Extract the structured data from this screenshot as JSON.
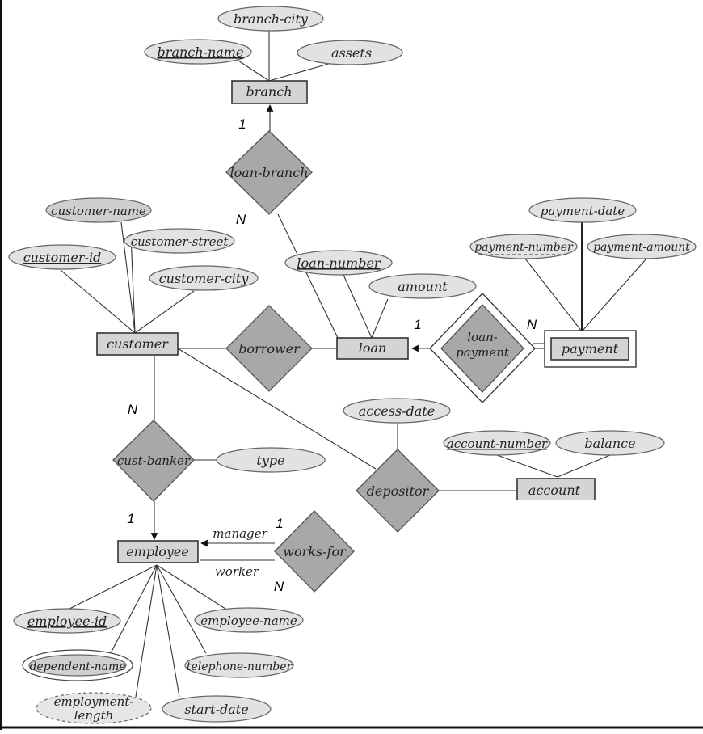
{
  "diagram": {
    "entities": {
      "branch": "branch",
      "customer": "customer",
      "loan": "loan",
      "payment": "payment",
      "employee": "employee",
      "account": "account"
    },
    "relationships": {
      "loan_branch": "loan-branch",
      "borrower": "borrower",
      "loan_payment_line1": "loan-",
      "loan_payment_line2": "payment",
      "cust_banker": "cust-banker",
      "depositor": "depositor",
      "works_for": "works-for"
    },
    "attributes": {
      "branch_city": "branch-city",
      "branch_name": "branch-name",
      "assets": "assets",
      "customer_name": "customer-name",
      "customer_street": "customer-street",
      "customer_id": "customer-id",
      "customer_city": "customer-city",
      "loan_number": "loan-number",
      "amount": "amount",
      "payment_date": "payment-date",
      "payment_number": "payment-number",
      "payment_amount": "payment-amount",
      "access_date": "access-date",
      "account_number": "account-number",
      "balance": "balance",
      "type": "type",
      "employee_id": "employee-id",
      "employee_name": "employee-name",
      "dependent_name": "dependent-name",
      "telephone_number": "telephone-number",
      "employment_length_line1": "employment-",
      "employment_length_line2": "length",
      "start_date": "start-date"
    },
    "roles": {
      "manager": "manager",
      "worker": "worker"
    },
    "cardinalities": {
      "branch_one": "1",
      "loan_branch_n": "N",
      "loan_one": "1",
      "payment_n": "N",
      "customer_n": "N",
      "employee_one": "1",
      "manager_one": "1",
      "worker_n": "N"
    }
  }
}
